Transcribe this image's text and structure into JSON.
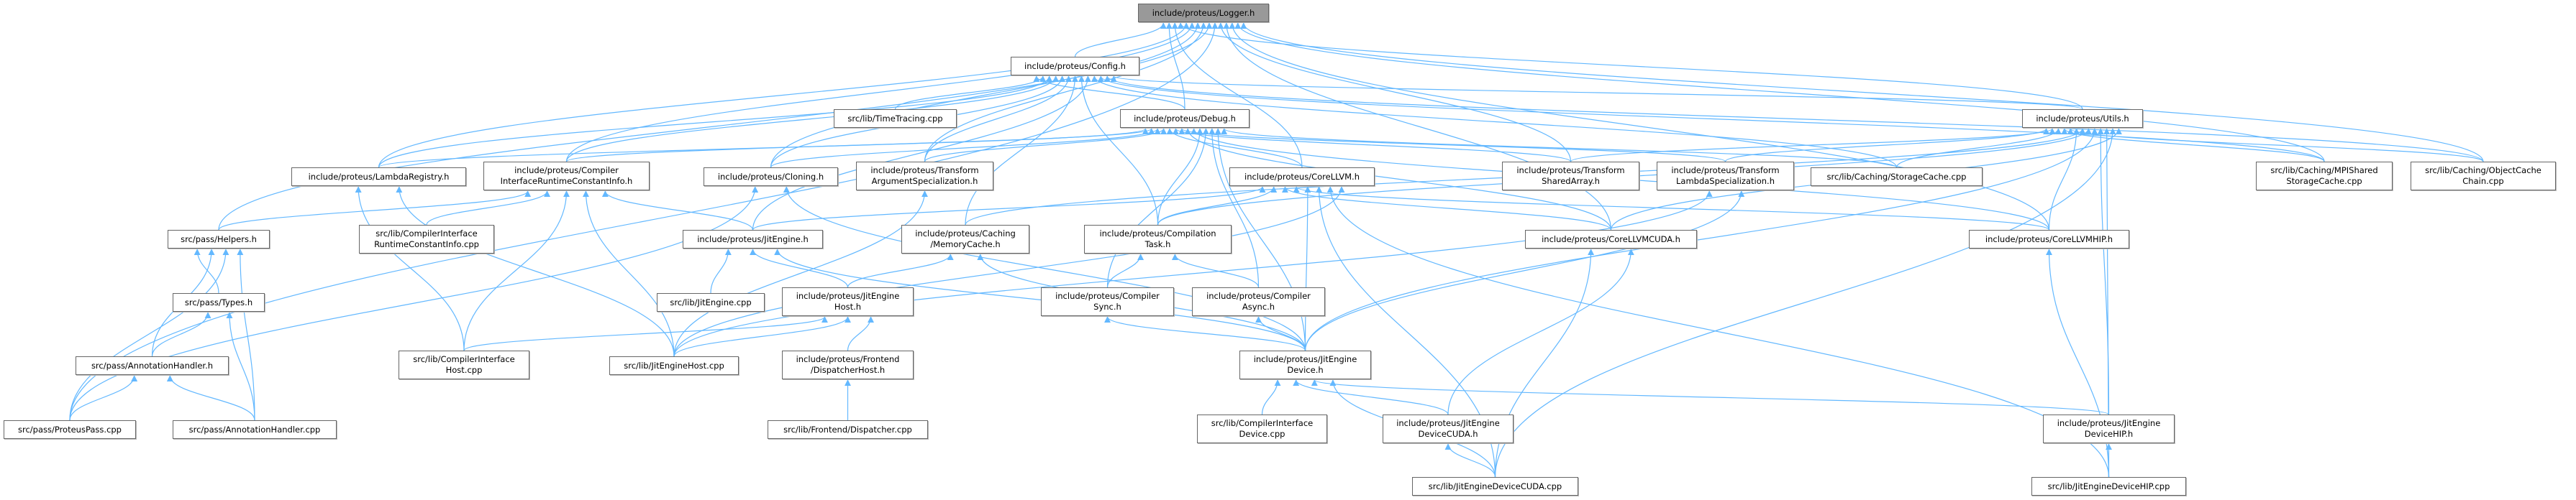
{
  "graph_title": "include/proteus/Logger.h",
  "colors": {
    "edge": "#63b8ff",
    "root_fill": "#999999",
    "node_border": "#666666"
  },
  "nodes": [
    {
      "id": "logger",
      "lines": [
        "include/proteus/Logger.h"
      ],
      "root": true
    },
    {
      "id": "config",
      "lines": [
        "include/proteus/Config.h"
      ]
    },
    {
      "id": "timetracing",
      "lines": [
        "src/lib/TimeTracing.cpp"
      ]
    },
    {
      "id": "debug",
      "lines": [
        "include/proteus/Debug.h"
      ]
    },
    {
      "id": "utils",
      "lines": [
        "include/proteus/Utils.h"
      ]
    },
    {
      "id": "lambdaregistry",
      "lines": [
        "include/proteus/LambdaRegistry.h"
      ]
    },
    {
      "id": "circi_h",
      "lines": [
        "include/proteus/Compiler",
        "InterfaceRuntimeConstantInfo.h"
      ]
    },
    {
      "id": "cloning",
      "lines": [
        "include/proteus/Cloning.h"
      ]
    },
    {
      "id": "argspec",
      "lines": [
        "include/proteus/Transform",
        "ArgumentSpecialization.h"
      ]
    },
    {
      "id": "corellvm",
      "lines": [
        "include/proteus/CoreLLVM.h"
      ]
    },
    {
      "id": "sharedarray",
      "lines": [
        "include/proteus/Transform",
        "SharedArray.h"
      ]
    },
    {
      "id": "lambdaspec",
      "lines": [
        "include/proteus/Transform",
        "LambdaSpecialization.h"
      ]
    },
    {
      "id": "storagecache",
      "lines": [
        "src/lib/Caching/StorageCache.cpp"
      ]
    },
    {
      "id": "mpi",
      "lines": [
        "src/lib/Caching/MPIShared",
        "StorageCache.cpp"
      ]
    },
    {
      "id": "objectcache",
      "lines": [
        "src/lib/Caching/ObjectCache",
        "Chain.cpp"
      ]
    },
    {
      "id": "helpers",
      "lines": [
        "src/pass/Helpers.h"
      ]
    },
    {
      "id": "circi_cpp",
      "lines": [
        "src/lib/CompilerInterface",
        "RuntimeConstantInfo.cpp"
      ]
    },
    {
      "id": "jitengine_h",
      "lines": [
        "include/proteus/JitEngine.h"
      ]
    },
    {
      "id": "memorycache",
      "lines": [
        "include/proteus/Caching",
        "/MemoryCache.h"
      ]
    },
    {
      "id": "compilationtask",
      "lines": [
        "include/proteus/Compilation",
        "Task.h"
      ]
    },
    {
      "id": "corellvmcuda",
      "lines": [
        "include/proteus/CoreLLVMCUDA.h"
      ]
    },
    {
      "id": "corellvmhip",
      "lines": [
        "include/proteus/CoreLLVMHIP.h"
      ]
    },
    {
      "id": "types",
      "lines": [
        "src/pass/Types.h"
      ]
    },
    {
      "id": "jitengine_cpp",
      "lines": [
        "src/lib/JitEngine.cpp"
      ]
    },
    {
      "id": "jitenginehost_h",
      "lines": [
        "include/proteus/JitEngine",
        "Host.h"
      ]
    },
    {
      "id": "compilersync",
      "lines": [
        "include/proteus/Compiler",
        "Sync.h"
      ]
    },
    {
      "id": "compilerasync",
      "lines": [
        "include/proteus/Compiler",
        "Async.h"
      ]
    },
    {
      "id": "annot_h",
      "lines": [
        "src/pass/AnnotationHandler.h"
      ]
    },
    {
      "id": "cihost_cpp",
      "lines": [
        "src/lib/CompilerInterface",
        "Host.cpp"
      ]
    },
    {
      "id": "jitenginehost_cpp",
      "lines": [
        "src/lib/JitEngineHost.cpp"
      ]
    },
    {
      "id": "dispatcherhost",
      "lines": [
        "include/proteus/Frontend",
        "/DispatcherHost.h"
      ]
    },
    {
      "id": "jitenginedevice",
      "lines": [
        "include/proteus/JitEngine",
        "Device.h"
      ]
    },
    {
      "id": "proteuspass",
      "lines": [
        "src/pass/ProteusPass.cpp"
      ]
    },
    {
      "id": "annot_cpp",
      "lines": [
        "src/pass/AnnotationHandler.cpp"
      ]
    },
    {
      "id": "dispatcher_cpp",
      "lines": [
        "src/lib/Frontend/Dispatcher.cpp"
      ]
    },
    {
      "id": "cidevice_cpp",
      "lines": [
        "src/lib/CompilerInterface",
        "Device.cpp"
      ]
    },
    {
      "id": "jedcuda_h",
      "lines": [
        "include/proteus/JitEngine",
        "DeviceCUDA.h"
      ]
    },
    {
      "id": "jedhip_h",
      "lines": [
        "include/proteus/JitEngine",
        "DeviceHIP.h"
      ]
    },
    {
      "id": "cuda_cpp",
      "lines": [
        "src/lib/JitEngineDeviceCUDA.cpp"
      ]
    },
    {
      "id": "hip_cpp",
      "lines": [
        "src/lib/JitEngineDeviceHIP.cpp"
      ]
    }
  ],
  "edges": [
    [
      "config",
      "logger"
    ],
    [
      "debug",
      "logger"
    ],
    [
      "corellvm",
      "logger"
    ],
    [
      "utils",
      "logger"
    ],
    [
      "lambdaregistry",
      "logger"
    ],
    [
      "circi_h",
      "logger"
    ],
    [
      "cloning",
      "logger"
    ],
    [
      "argspec",
      "logger"
    ],
    [
      "helpers",
      "logger"
    ],
    [
      "proteuspass",
      "logger"
    ],
    [
      "sharedarray",
      "logger"
    ],
    [
      "corellvmcuda",
      "logger"
    ],
    [
      "corellvmhip",
      "logger"
    ],
    [
      "mpi",
      "logger"
    ],
    [
      "objectcache",
      "logger"
    ],
    [
      "debug",
      "config"
    ],
    [
      "timetracing",
      "config"
    ],
    [
      "lambdaregistry",
      "config"
    ],
    [
      "circi_h",
      "config"
    ],
    [
      "cloning",
      "config"
    ],
    [
      "argspec",
      "config"
    ],
    [
      "memorycache",
      "config"
    ],
    [
      "compilationtask",
      "config"
    ],
    [
      "jitengine_h",
      "config"
    ],
    [
      "storagecache",
      "config"
    ],
    [
      "mpi",
      "config"
    ],
    [
      "objectcache",
      "config"
    ],
    [
      "utils",
      "config"
    ],
    [
      "lambdaregistry",
      "debug"
    ],
    [
      "circi_h",
      "debug"
    ],
    [
      "cloning",
      "debug"
    ],
    [
      "argspec",
      "debug"
    ],
    [
      "corellvm",
      "debug"
    ],
    [
      "sharedarray",
      "debug"
    ],
    [
      "lambdaspec",
      "debug"
    ],
    [
      "corellvmcuda",
      "debug"
    ],
    [
      "corellvmhip",
      "debug"
    ],
    [
      "compilationtask",
      "debug"
    ],
    [
      "compilersync",
      "debug"
    ],
    [
      "compilerasync",
      "debug"
    ],
    [
      "jitenginedevice",
      "debug"
    ],
    [
      "storagecache",
      "debug"
    ],
    [
      "lambdaspec",
      "utils"
    ],
    [
      "sharedarray",
      "utils"
    ],
    [
      "storagecache",
      "utils"
    ],
    [
      "mpi",
      "utils"
    ],
    [
      "objectcache",
      "utils"
    ],
    [
      "corellvmhip",
      "utils"
    ],
    [
      "memorycache",
      "utils"
    ],
    [
      "compilationtask",
      "utils"
    ],
    [
      "jitenginedevice",
      "utils"
    ],
    [
      "jedhip_h",
      "utils"
    ],
    [
      "hip_cpp",
      "utils"
    ],
    [
      "cuda_cpp",
      "utils"
    ],
    [
      "corellvmcuda",
      "utils"
    ],
    [
      "jitengine_h",
      "corellvm"
    ],
    [
      "compilationtask",
      "corellvm"
    ],
    [
      "corellvmcuda",
      "corellvm"
    ],
    [
      "corellvmhip",
      "corellvm"
    ],
    [
      "jitenginedevice",
      "corellvm"
    ],
    [
      "cuda_cpp",
      "corellvm"
    ],
    [
      "hip_cpp",
      "corellvm"
    ],
    [
      "jitenginehost_cpp",
      "corellvm"
    ],
    [
      "helpers",
      "circi_h"
    ],
    [
      "circi_cpp",
      "circi_h"
    ],
    [
      "cihost_cpp",
      "circi_h"
    ],
    [
      "jitenginehost_cpp",
      "circi_h"
    ],
    [
      "jitengine_h",
      "circi_h"
    ],
    [
      "cihost_cpp",
      "lambdaregistry"
    ],
    [
      "jitenginehost_cpp",
      "lambdaregistry"
    ],
    [
      "proteuspass",
      "cloning"
    ],
    [
      "jitenginedevice",
      "cloning"
    ],
    [
      "jitenginehost_cpp",
      "argspec"
    ],
    [
      "types",
      "helpers"
    ],
    [
      "annot_h",
      "helpers"
    ],
    [
      "proteuspass",
      "helpers"
    ],
    [
      "annot_cpp",
      "helpers"
    ],
    [
      "annot_h",
      "types"
    ],
    [
      "annot_cpp",
      "types"
    ],
    [
      "proteuspass",
      "annot_h"
    ],
    [
      "annot_cpp",
      "annot_h"
    ],
    [
      "jitengine_cpp",
      "jitengine_h"
    ],
    [
      "jitenginehost_h",
      "jitengine_h"
    ],
    [
      "jitenginedevice",
      "jitengine_h"
    ],
    [
      "cihost_cpp",
      "jitenginehost_h"
    ],
    [
      "jitenginehost_cpp",
      "jitenginehost_h"
    ],
    [
      "dispatcherhost",
      "jitenginehost_h"
    ],
    [
      "dispatcher_cpp",
      "dispatcherhost"
    ],
    [
      "jitenginehost_h",
      "memorycache"
    ],
    [
      "jitenginedevice",
      "memorycache"
    ],
    [
      "compilersync",
      "compilationtask"
    ],
    [
      "compilerasync",
      "compilationtask"
    ],
    [
      "jitenginedevice",
      "compilersync"
    ],
    [
      "jitenginedevice",
      "compilerasync"
    ],
    [
      "jitenginehost_cpp",
      "lambdaspec"
    ],
    [
      "jitenginedevice",
      "lambdaspec"
    ],
    [
      "cidevice_cpp",
      "jitenginedevice"
    ],
    [
      "jedcuda_h",
      "jitenginedevice"
    ],
    [
      "jedhip_h",
      "jitenginedevice"
    ],
    [
      "cuda_cpp",
      "jitenginedevice"
    ],
    [
      "cuda_cpp",
      "jedcuda_h"
    ],
    [
      "hip_cpp",
      "jedhip_h"
    ],
    [
      "hip_cpp",
      "corellvmhip"
    ],
    [
      "cuda_cpp",
      "corellvmcuda"
    ],
    [
      "jedcuda_h",
      "corellvmcuda"
    ]
  ]
}
